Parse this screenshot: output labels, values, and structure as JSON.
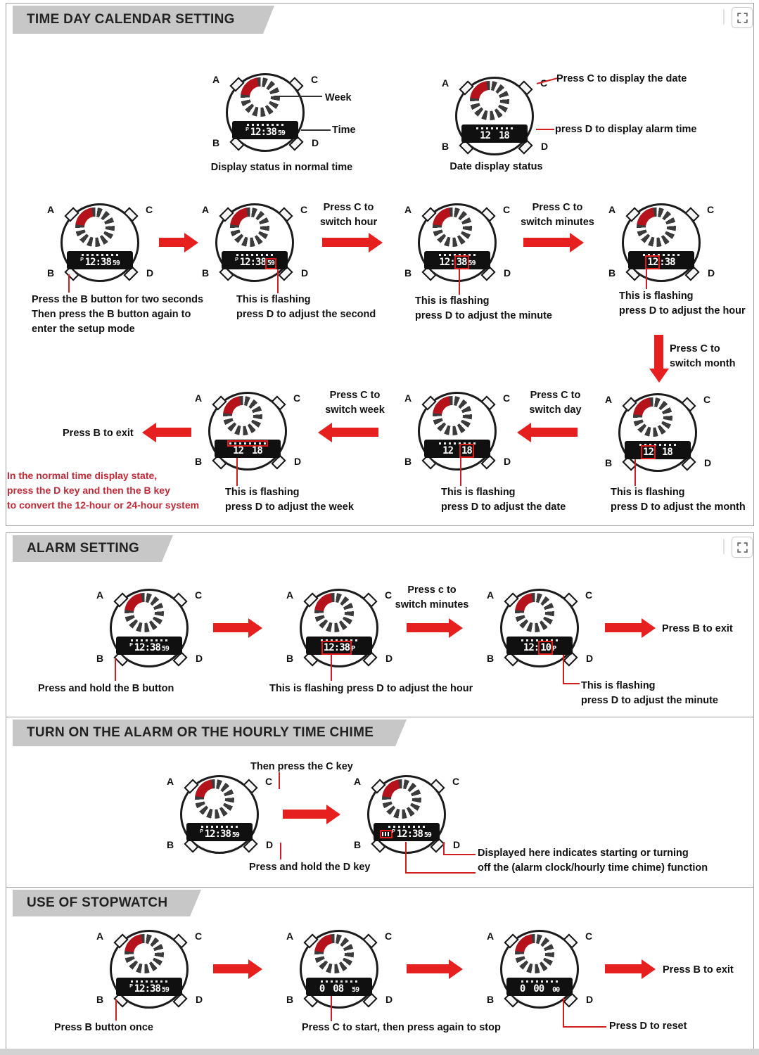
{
  "watch_labels": {
    "a": "A",
    "b": "B",
    "c": "C",
    "d": "D"
  },
  "s1": {
    "title": "TIME DAY CALENDAR SETTING",
    "week": "Week",
    "time": "Time",
    "normal_caption": "Display status in normal time",
    "press_c_date": "Press C to display the date",
    "press_d_alarm": "press D to display alarm time",
    "date_caption": "Date display status",
    "setup1": "Press the B button for two seconds",
    "setup2": "Then press the B button again to",
    "setup3": "enter the setup mode",
    "flashing": "This is flashing",
    "adj_second": "press D to adjust the second",
    "adj_minute": "press D to adjust the minute",
    "adj_hour": "press D to adjust the hour",
    "adj_month": "press D to adjust the month",
    "adj_date": "press D to adjust the date",
    "adj_week": "press D to adjust the week",
    "press_c_to": "Press C to",
    "switch_hour": "switch hour",
    "switch_minutes": "switch minutes",
    "switch_month": "switch month",
    "switch_day": "switch day",
    "switch_week": "switch week",
    "exit": "Press B to exit",
    "note1": "In the normal time display state,",
    "note2": "press the D key and then the B key",
    "note3": "to convert the 12-hour or 24-hour system"
  },
  "s2": {
    "title": "ALARM SETTING",
    "hold_b": "Press and hold the B button",
    "flash_hour": "This is flashing press D to adjust the hour",
    "press_c_to": "Press c to",
    "switch_minutes": "switch minutes",
    "flashing": "This is flashing",
    "adj_minute": "press D to adjust the minute",
    "exit": "Press B to exit"
  },
  "s3": {
    "title": "TURN ON THE ALARM OR THE HOURLY TIME CHIME",
    "then_c": "Then press the C key",
    "hold_d": "Press and hold the D key",
    "disp1": "Displayed here indicates starting or turning",
    "disp2": "off the (alarm clock/hourly time chime) function"
  },
  "s4": {
    "title": "USE OF STOPWATCH",
    "b_once": "Press B button once",
    "c_start": "Press C to start, then press again to stop",
    "d_reset": "Press D to reset",
    "exit": "Press B to exit"
  },
  "watches": {
    "s1w1": {
      "pm": "P",
      "segments": [
        {
          "t": "12:38"
        },
        {
          "t": "59",
          "small": true
        }
      ]
    },
    "s1w2": {
      "wide": true,
      "segments": [
        {
          "t": "12"
        },
        {
          "t": "18"
        }
      ]
    },
    "s1w3": {
      "pm": "P",
      "segments": [
        {
          "t": "12:38"
        },
        {
          "t": "59",
          "small": true
        }
      ]
    },
    "s1w4": {
      "pm": "P",
      "segments": [
        {
          "t": "12:38"
        },
        {
          "t": "59",
          "small": true,
          "flash": true
        }
      ]
    },
    "s1w5": {
      "segments": [
        {
          "t": "12:"
        },
        {
          "t": "38",
          "flash": true
        },
        {
          "t": "59",
          "small": true
        }
      ]
    },
    "s1w6": {
      "segments": [
        {
          "t": "12",
          "flash": true
        },
        {
          "t": ":38"
        }
      ]
    },
    "s1w7": {
      "wide": true,
      "segments": [
        {
          "t": "12",
          "flash": true
        },
        {
          "t": "18"
        }
      ]
    },
    "s1w8": {
      "wide": true,
      "segments": [
        {
          "t": "12"
        },
        {
          "t": "18",
          "flash": true
        }
      ]
    },
    "s1w9": {
      "wide": true,
      "week_flash": true,
      "segments": [
        {
          "t": "12"
        },
        {
          "t": "18"
        }
      ]
    },
    "s2w1": {
      "pm": "P",
      "segments": [
        {
          "t": "12:38"
        },
        {
          "t": "59",
          "small": true
        }
      ]
    },
    "s2w2": {
      "segments": [
        {
          "t": "12:38",
          "flash": true
        },
        {
          "t": "P",
          "small": true
        }
      ]
    },
    "s2w3": {
      "segments": [
        {
          "t": "12:"
        },
        {
          "t": "10",
          "flash": true
        },
        {
          "t": "P",
          "small": true
        }
      ]
    },
    "s3w1": {
      "pm": "P",
      "segments": [
        {
          "t": "12:38"
        },
        {
          "t": "59",
          "small": true
        }
      ]
    },
    "s3w2": {
      "alarm": true,
      "pm": "P",
      "segments": [
        {
          "t": "12:38"
        },
        {
          "t": "59",
          "small": true
        }
      ]
    },
    "s4w1": {
      "pm": "P",
      "segments": [
        {
          "t": "12:38"
        },
        {
          "t": "59",
          "small": true
        }
      ]
    },
    "s4w2": {
      "wide": true,
      "segments": [
        {
          "t": "0"
        },
        {
          "t": "08"
        },
        {
          "t": "59",
          "small": true
        }
      ]
    },
    "s4w3": {
      "wide": true,
      "segments": [
        {
          "t": "0"
        },
        {
          "t": "00"
        },
        {
          "t": "00",
          "small": true
        }
      ]
    }
  }
}
